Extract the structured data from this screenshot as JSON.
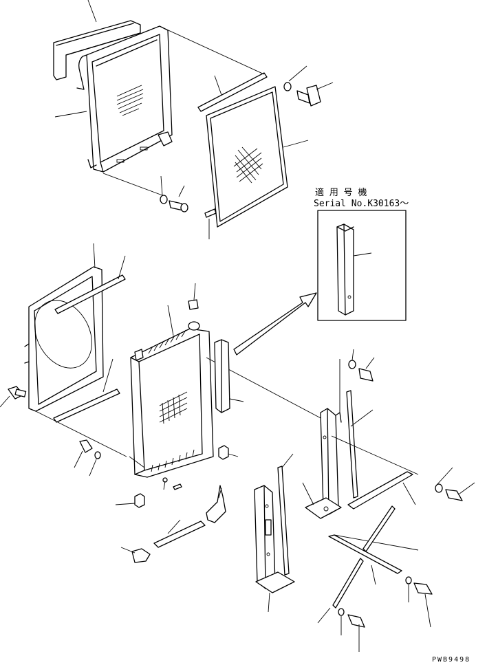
{
  "applicability": {
    "japanese_label": "適 用 号 機",
    "serial_label": "Serial No.K30163～"
  },
  "drawing_code": "PWB9498"
}
